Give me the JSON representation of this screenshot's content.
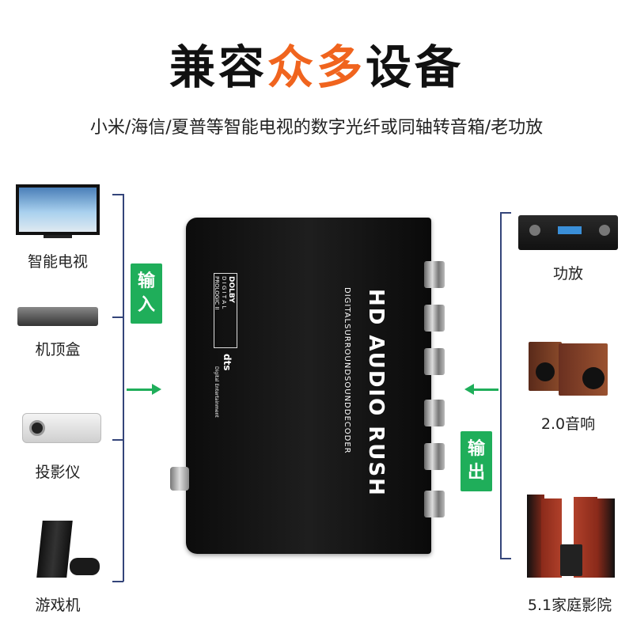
{
  "title": {
    "part1": "兼容",
    "highlight": "众多",
    "part2": "设备"
  },
  "subtitle": "小米/海信/夏普等智能电视的数字光纤或同轴转音箱/老功放",
  "inputs": {
    "tag": "输入",
    "items": [
      "智能电视",
      "机顶盒",
      "投影仪",
      "游戏机"
    ]
  },
  "outputs": {
    "tag": "输出",
    "items": [
      "功放",
      "2.0音响",
      "5.1家庭影院"
    ]
  },
  "device": {
    "brand": "HD AUDIO RUSH",
    "model": "DIGITALSURROUNDSOUNDDECODER",
    "dolby": "DOLBY",
    "dolby_digital": "D I G I T A L",
    "prologic": "PROLOGIC II",
    "dts": "dts",
    "dts_sub": "Digital Entertainment"
  },
  "colors": {
    "accent": "#f0641e",
    "green": "#1fae5a",
    "line": "#34457a"
  }
}
